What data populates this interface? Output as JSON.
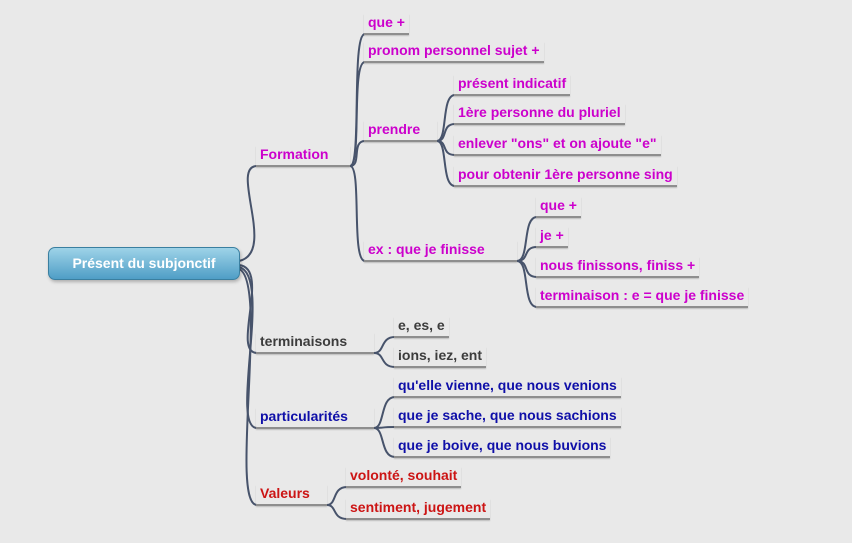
{
  "title": "Présent du subjonctif",
  "colors": {
    "background": "#e9e9e9",
    "connector": "#47536b",
    "underline": "#8e8e8e",
    "root_fill_top": "#9ed3e8",
    "root_fill_bottom": "#4f9ec6",
    "root_border": "#3a7fa0",
    "root_text": "#ffffff",
    "formation": "#cc00cc",
    "terminaisons": "#3c3c3c",
    "particularites": "#0f0fa8",
    "valeurs": "#cc1414"
  },
  "root": {
    "label": "Présent du subjonctif"
  },
  "branches": [
    {
      "label": "Formation",
      "color": "#cc00cc",
      "children": [
        {
          "label": "que +",
          "color": "#cc00cc"
        },
        {
          "label": "pronom personnel sujet +",
          "color": "#cc00cc"
        },
        {
          "label": "prendre",
          "color": "#cc00cc",
          "children": [
            {
              "label": "présent indicatif",
              "color": "#cc00cc"
            },
            {
              "label": "1ère personne du pluriel",
              "color": "#cc00cc"
            },
            {
              "label": "enlever \"ons\" et on ajoute \"e\"",
              "color": "#cc00cc"
            },
            {
              "label": "pour obtenir 1ère personne sing",
              "color": "#cc00cc"
            }
          ]
        },
        {
          "label": "ex : que je finisse",
          "color": "#cc00cc",
          "children": [
            {
              "label": "que +",
              "color": "#cc00cc"
            },
            {
              "label": "je +",
              "color": "#cc00cc"
            },
            {
              "label": "nous finissons, finiss +",
              "color": "#cc00cc"
            },
            {
              "label": "terminaison : e = que je finisse",
              "color": "#cc00cc"
            }
          ]
        }
      ]
    },
    {
      "label": "terminaisons",
      "color": "#3c3c3c",
      "children": [
        {
          "label": "e, es, e",
          "color": "#3c3c3c"
        },
        {
          "label": "ions, iez, ent",
          "color": "#3c3c3c"
        }
      ]
    },
    {
      "label": "particularités",
      "color": "#0f0fa8",
      "children": [
        {
          "label": "qu'elle vienne, que nous venions",
          "color": "#0f0fa8"
        },
        {
          "label": "que je sache, que nous sachions",
          "color": "#0f0fa8"
        },
        {
          "label": "que je boive, que nous buvions",
          "color": "#0f0fa8"
        }
      ]
    },
    {
      "label": "Valeurs",
      "color": "#cc1414",
      "children": [
        {
          "label": "volonté, souhait",
          "color": "#cc1414"
        },
        {
          "label": "sentiment, jugement",
          "color": "#cc1414"
        }
      ]
    }
  ]
}
